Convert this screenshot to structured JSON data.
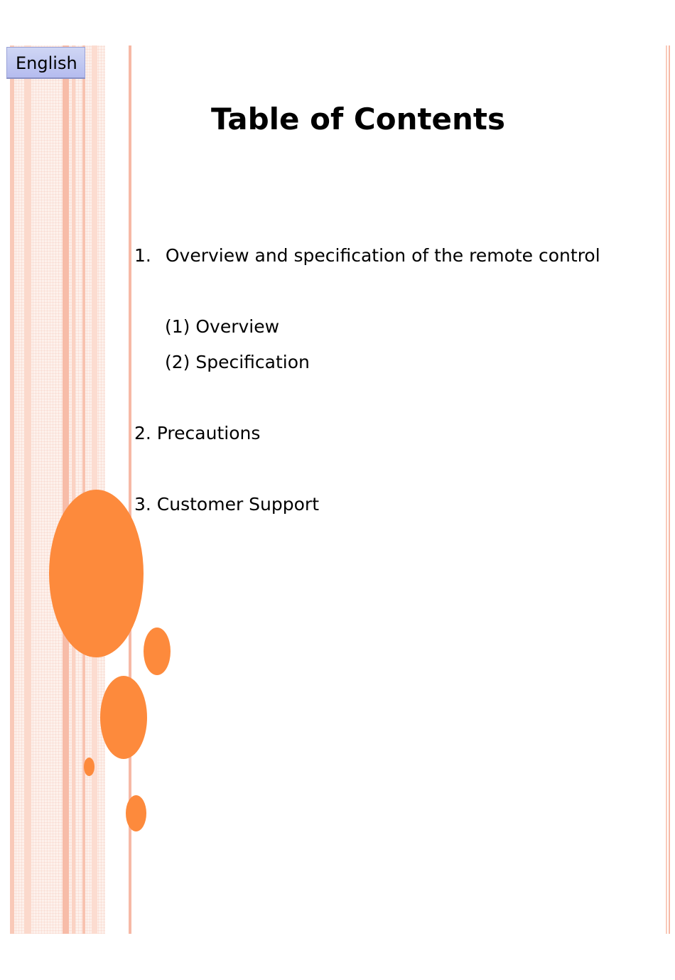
{
  "language_tab": {
    "label": "English"
  },
  "title": "Table of Contents",
  "toc": {
    "item1": {
      "number": "1.",
      "label": "Overview and specification of the remote control"
    },
    "sub1": {
      "label": "(1) Overview"
    },
    "sub2": {
      "label": "(2) Specification"
    },
    "item2": {
      "label": "2. Precautions"
    },
    "item3": {
      "label": "3. Customer Support"
    }
  },
  "colors": {
    "accent_orange": "#fd8a3c",
    "stripe_pink": "#f6b9a6",
    "tab_blue": "#b5bcef"
  }
}
